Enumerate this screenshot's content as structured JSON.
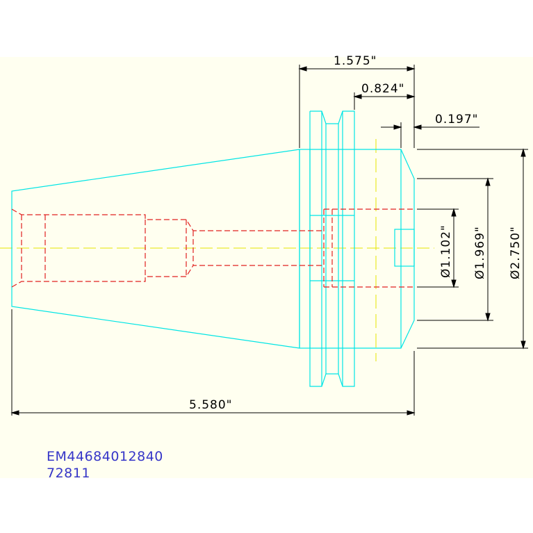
{
  "colors": {
    "background": "#ffffff",
    "panel": "#fffff0",
    "outline": "#00e5e5",
    "hidden_bore": "#e02020",
    "centerline": "#e5e500",
    "dimension": "#000000",
    "code_text": "#3535c8"
  },
  "dimensions": {
    "flange_width": "1.575\"",
    "gauge_length": "0.824\"",
    "step": "0.197\"",
    "overall_length": "5.580\"",
    "bore_diameter": "Ø1.102\"",
    "pilot_diameter": "Ø1.969\"",
    "body_diameter": "Ø2.750\""
  },
  "part_number": "EM44684012840",
  "part_id": "72811"
}
